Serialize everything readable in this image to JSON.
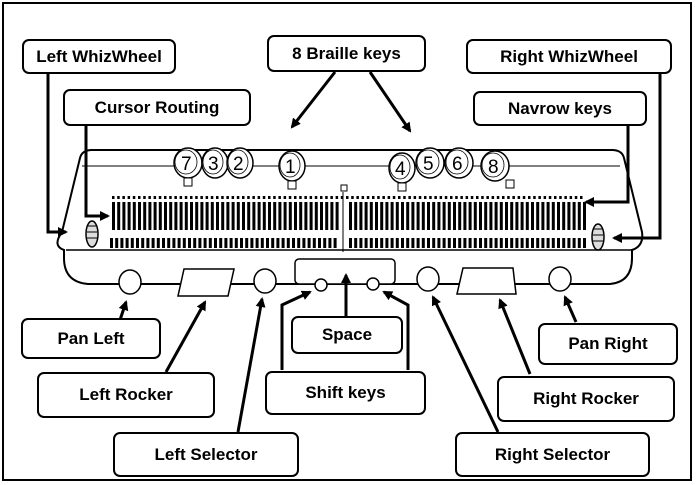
{
  "labels": {
    "left_whizwheel": "Left WhizWheel",
    "braille_keys": "8 Braille keys",
    "right_whizwheel": "Right WhizWheel",
    "cursor_routing": "Cursor Routing",
    "navrow_keys": "Navrow keys",
    "pan_left": "Pan Left",
    "left_rocker": "Left Rocker",
    "left_selector": "Left Selector",
    "space": "Space",
    "shift_keys": "Shift keys",
    "pan_right": "Pan Right",
    "right_rocker": "Right Rocker",
    "right_selector": "Right Selector"
  },
  "braille_key_numbers": {
    "k7": "7",
    "k3": "3",
    "k2": "2",
    "k1": "1",
    "k4": "4",
    "k5": "5",
    "k6": "6",
    "k8": "8"
  }
}
